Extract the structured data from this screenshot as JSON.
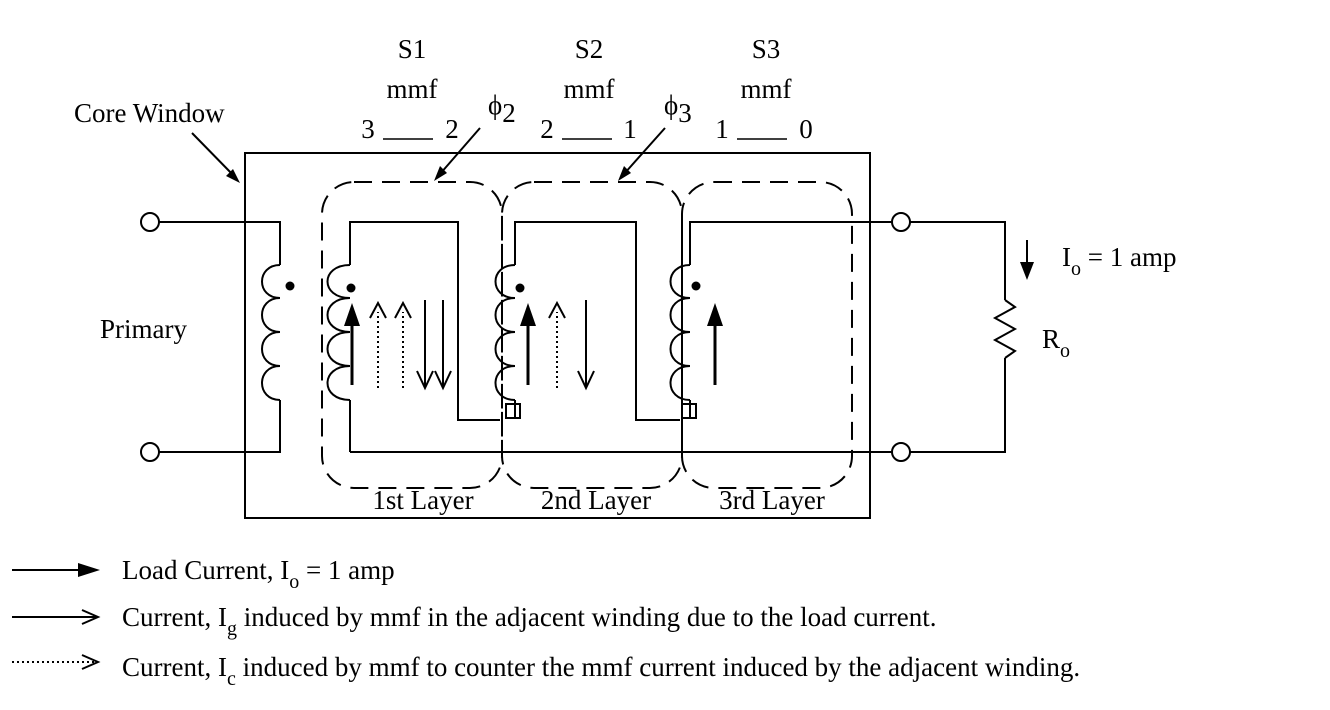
{
  "sections": [
    {
      "name": "S1",
      "mmf_label": "mmf",
      "mmf_from": "3",
      "mmf_to": "2",
      "layer": "1st Layer"
    },
    {
      "name": "S2",
      "mmf_label": "mmf",
      "mmf_from": "2",
      "mmf_to": "1",
      "layer": "2nd Layer"
    },
    {
      "name": "S3",
      "mmf_label": "mmf",
      "mmf_from": "1",
      "mmf_to": "0",
      "layer": "3rd Layer"
    }
  ],
  "flux": [
    {
      "symbol": "ϕ",
      "sub": "2"
    },
    {
      "symbol": "ϕ",
      "sub": "3"
    }
  ],
  "labels": {
    "core_window": "Core Window",
    "primary": "Primary",
    "io_main": "I",
    "io_sub": "o",
    "io_rest": " = 1 amp",
    "ro_main": "R",
    "ro_sub": "o"
  },
  "legend": [
    {
      "style": "load",
      "text_pre": "Load Current, I",
      "text_sub": "o",
      "text_post": " = 1 amp"
    },
    {
      "style": "induced",
      "text_pre": "Current, I",
      "text_sub": "g",
      "text_post": " induced by mmf in the adjacent winding due to the load current."
    },
    {
      "style": "counter",
      "text_pre": "Current, I",
      "text_sub": "c",
      "text_post": " induced by mmf to counter the mmf current induced by the adjacent winding."
    }
  ]
}
